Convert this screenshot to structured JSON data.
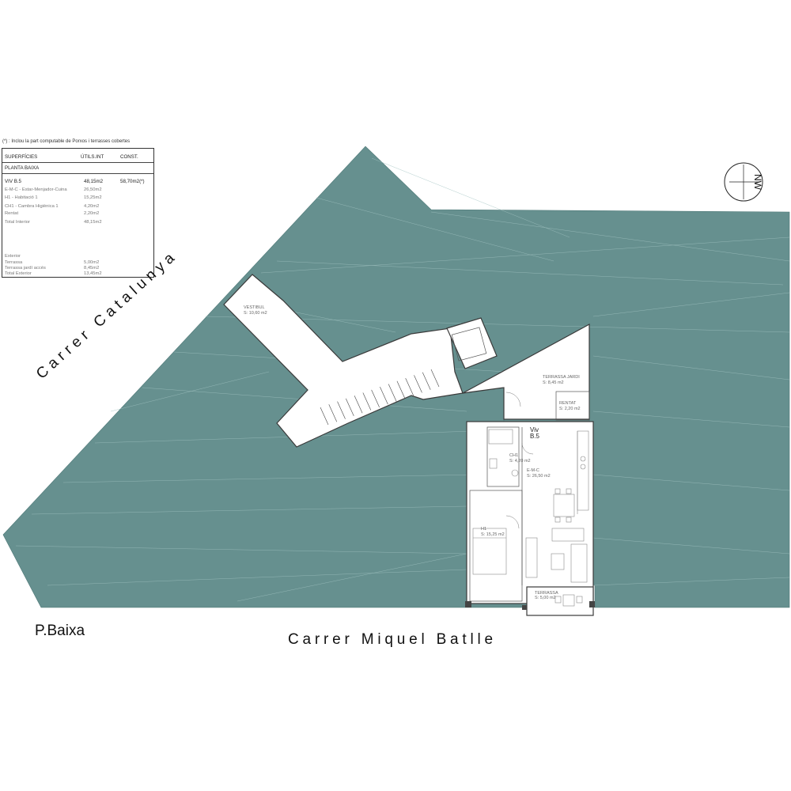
{
  "legend": {
    "note": "(*) : Inclou la part computable  de Porxos i terrasses cobertes",
    "header": {
      "col1": "SUPERFÍCIES",
      "col2": "ÚTILS.INT",
      "col3": "CONST."
    },
    "section": "PLANTA BAIXA",
    "unit": {
      "name": "VIV  B.5",
      "utils": "48,15m2",
      "const": "58,70m2(*)"
    },
    "interior": [
      {
        "label": "E-M-C - Estar-Menjador-Cuina",
        "value": "26,50m2"
      },
      {
        "label": "H1 - Habitació 1",
        "value": "15,25m2"
      },
      {
        "label": "CH1 - Cambra Higiènica 1",
        "value": "4,20m2"
      },
      {
        "label": "Rentat",
        "value": "2,20m2"
      },
      {
        "label": "Total Interior",
        "value": "48,15m2"
      }
    ],
    "exterior_title": "Exterior",
    "exterior": [
      {
        "label": "Terrassa",
        "value": "5,00m2"
      },
      {
        "label": "Terrassa jardí accés",
        "value": "8,45m2"
      },
      {
        "label": "Total Exterior",
        "value": "13,45m2"
      }
    ]
  },
  "rooms": {
    "vestibul": {
      "name": "VESTIBUL",
      "area": "S: 10,60 m2"
    },
    "terrassa_jardi": {
      "name": "TERRASSA JARDI",
      "area": "S: 8,45 m2"
    },
    "rentat": {
      "name": "RENTAT",
      "area": "S: 2,20 m2"
    },
    "viv_line1": "Viv",
    "viv_line2": "B.5",
    "ch1": {
      "name": "CH1",
      "area": "S: 4,20 m2"
    },
    "emc": {
      "name": "E-M-C",
      "area": "S: 26,50 m2"
    },
    "h1": {
      "name": "H1",
      "area": "S: 15,25 m2"
    },
    "terrassa": {
      "name": "TERRASSA",
      "area": "S: 5,00 m2"
    }
  },
  "streets": {
    "catalunya": "Carrer Catalunya",
    "miquel": "Carrer Miquel Batlle"
  },
  "floor_label": "P.Baixa",
  "north_label": "NW",
  "colors": {
    "mass": "#66908f",
    "hatch": "#9fc0bf"
  }
}
